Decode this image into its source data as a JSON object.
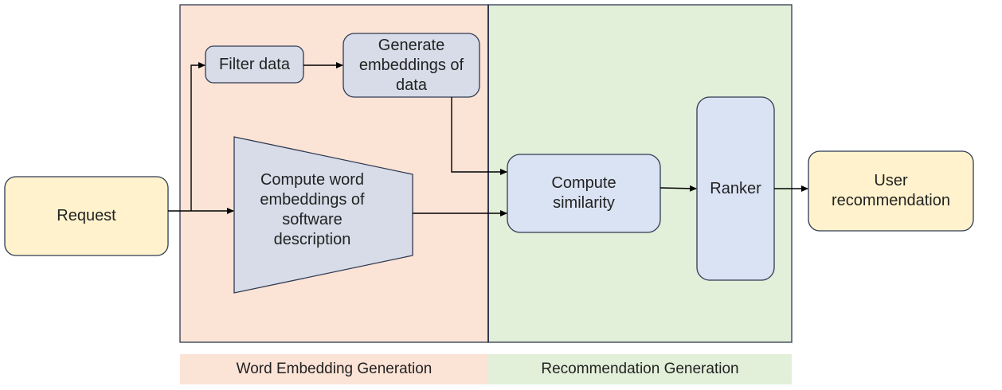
{
  "nodes": {
    "request": "Request",
    "filter_data": "Filter data",
    "generate_embeddings": "Generate\nembeddings of\ndata",
    "compute_word_embeddings": "Compute word\nembeddings of\nsoftware\ndescription",
    "compute_similarity": "Compute\nsimilarity",
    "ranker": "Ranker",
    "user_recommendation": "User\nrecommendation"
  },
  "regions": {
    "word_embedding_generation": "Word Embedding Generation",
    "recommendation_generation": "Recommendation Generation"
  },
  "colors": {
    "word_region": "#fbe3d6",
    "recommendation_region": "#e2efd9",
    "process_box": "#d7dce8",
    "similarity_box": "#dae3f3",
    "io_box": "#fff2cc",
    "border": "#2f3a52",
    "arrow": "#000000"
  }
}
